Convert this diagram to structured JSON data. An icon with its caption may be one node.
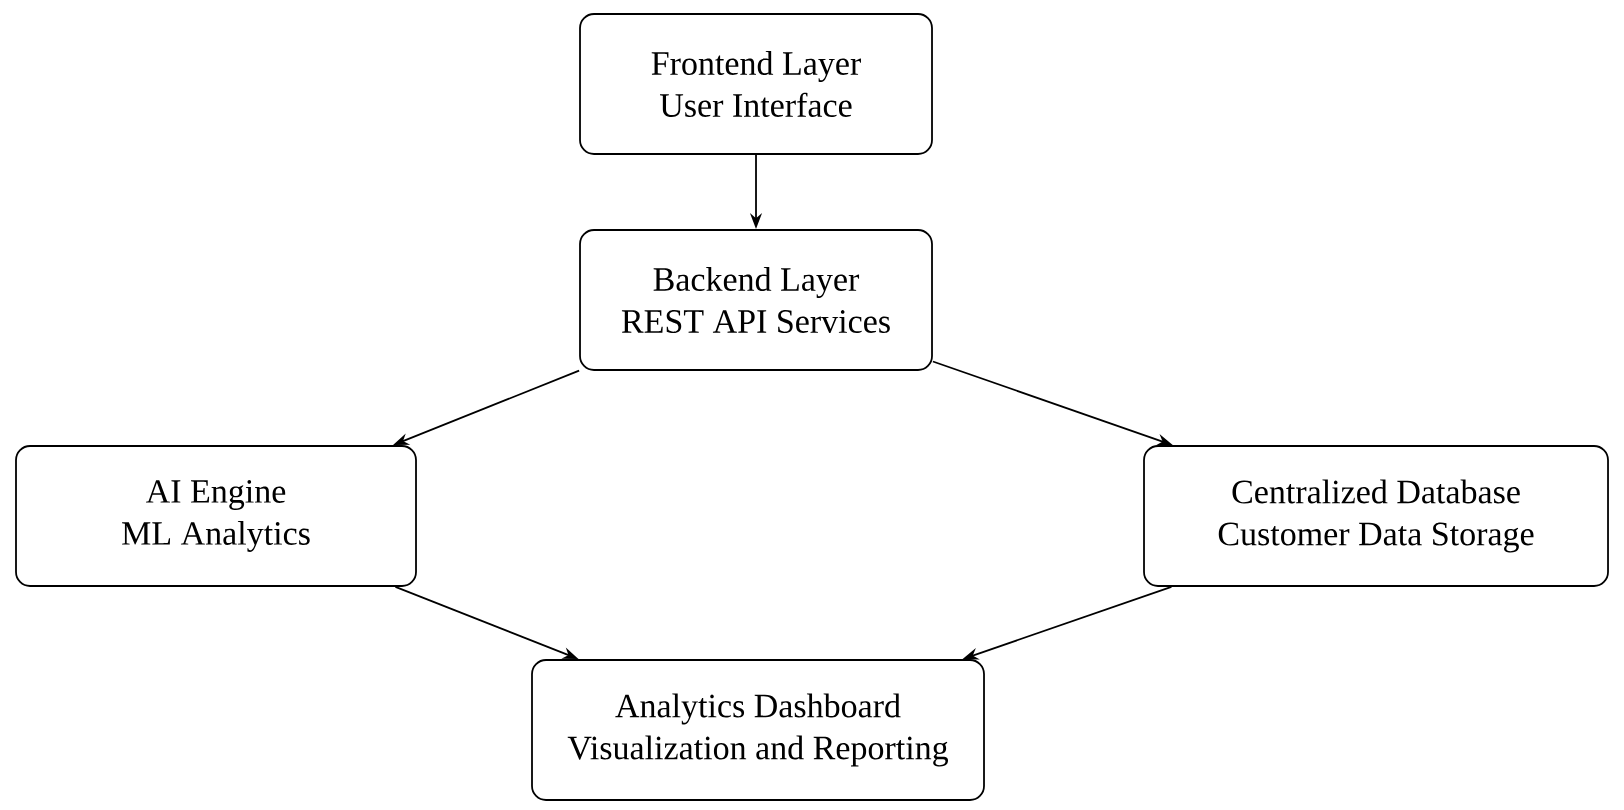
{
  "diagram": {
    "nodes": [
      {
        "text": [
          "Frontend Layer",
          "User Interface"
        ]
      },
      {
        "text": [
          "Backend Layer",
          "REST API Services"
        ]
      },
      {
        "text": [
          "AI Engine",
          "ML Analytics"
        ]
      },
      {
        "text": [
          "Centralized Database",
          "Customer Data Storage"
        ]
      },
      {
        "text": [
          "Analytics Dashboard",
          "Visualization and Reporting"
        ]
      }
    ],
    "edges": [
      {
        "from": 0,
        "to": 1,
        "arrow": "to"
      },
      {
        "from": 1,
        "to": 2,
        "arrow": "to"
      },
      {
        "from": 1,
        "to": 3,
        "arrow": "to"
      },
      {
        "from": 2,
        "to": 4,
        "arrow": "to"
      },
      {
        "from": 3,
        "to": 4,
        "arrow": "to"
      }
    ]
  }
}
